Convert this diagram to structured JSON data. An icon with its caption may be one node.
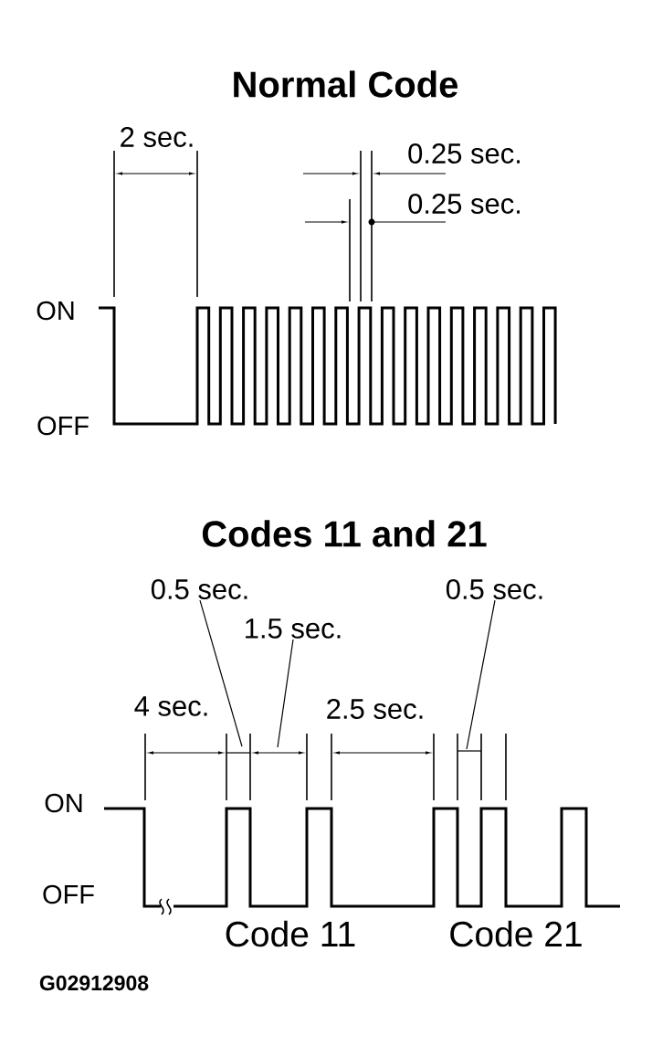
{
  "diagram": {
    "nodes": [
      {
        "text": [
          "0.5 sec."
        ]
      },
      {
        "text": [
          "1.5 sec."
        ]
      },
      {
        "text": [
          "0.5 sec."
        ]
      }
    ],
    "edges": [
      {
        "from": 0,
        "to": null,
        "arrow": "none"
      },
      {
        "from": 1,
        "to": null,
        "arrow": "none"
      },
      {
        "from": 2,
        "to": null,
        "arrow": "none"
      }
    ],
    "labels": [
      "Normal Code",
      "2 sec.",
      "0.25 sec.",
      "0.25 sec.",
      "ON",
      "OFF",
      "Codes 11 and 21",
      "4 sec.",
      "2.5 sec.",
      "ON",
      "OFF",
      "Code 11",
      "Code 21",
      "G02912908"
    ]
  }
}
